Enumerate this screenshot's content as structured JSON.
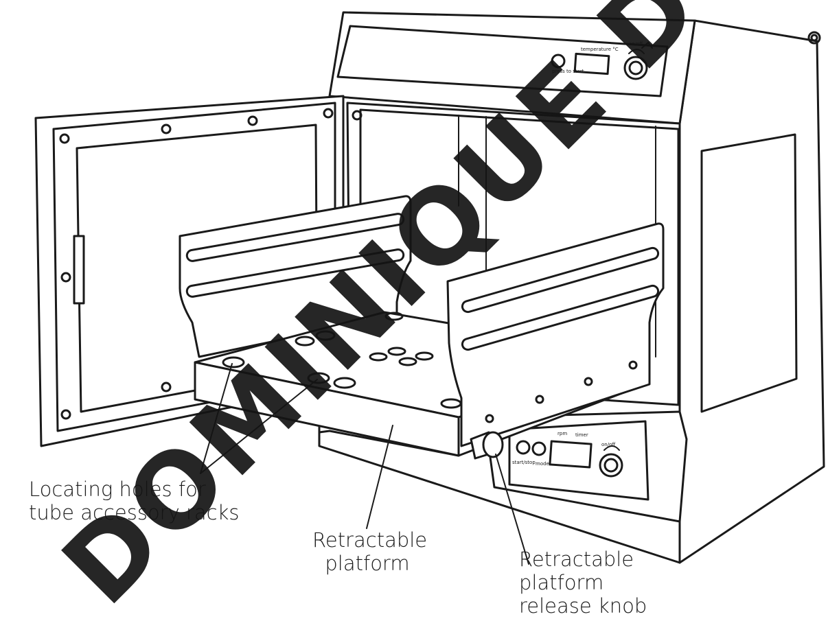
{
  "labels": {
    "locating_holes": "Locating holes for\ntube accessory racks",
    "retractable_platform": "Retractable\nplatform",
    "release_knob": "Retractable\nplatform\nrelease knob"
  },
  "top_panel": {
    "display_caption": "temperature °C",
    "knob_caption": "on/off",
    "button_caption": "press\nto start"
  },
  "bottom_panel": {
    "start_stop": "start/stop",
    "mode": "mode",
    "rpm_icon_caption": "rpm",
    "timer_caption": "timer",
    "knob_caption": "on/off"
  },
  "watermark": "DOMINIQUE D",
  "colors": {
    "ink": "#1a1a1a",
    "paper": "#ffffff"
  }
}
